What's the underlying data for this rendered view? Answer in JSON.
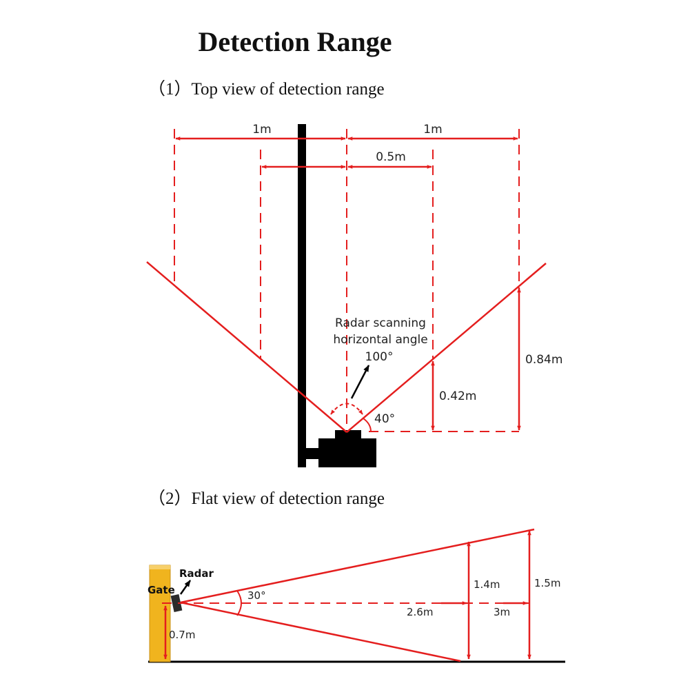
{
  "title": "Detection Range",
  "section1": {
    "heading": "（1）Top view of detection range",
    "dim_left": "1m",
    "dim_right": "1m",
    "dim_inner": "0.5m",
    "radar_label_line1": "Radar scanning",
    "radar_label_line2": "horizontal angle",
    "scan_angle": "100°",
    "height_inner": "0.42m",
    "height_outer": "0.84m",
    "edge_angle": "40°"
  },
  "section2": {
    "heading": "（2）Flat view of detection range",
    "gate_label": "Gate",
    "radar_label": "Radar",
    "mount_height": "0.7m",
    "vertical_angle": "30°",
    "dist_inner": "2.6m",
    "dist_outer": "3m",
    "height_inner": "1.4m",
    "height_outer": "1.5m"
  },
  "colors": {
    "beam": "#e41e1e",
    "structure": "#000000",
    "gate": "#f0b41e"
  }
}
